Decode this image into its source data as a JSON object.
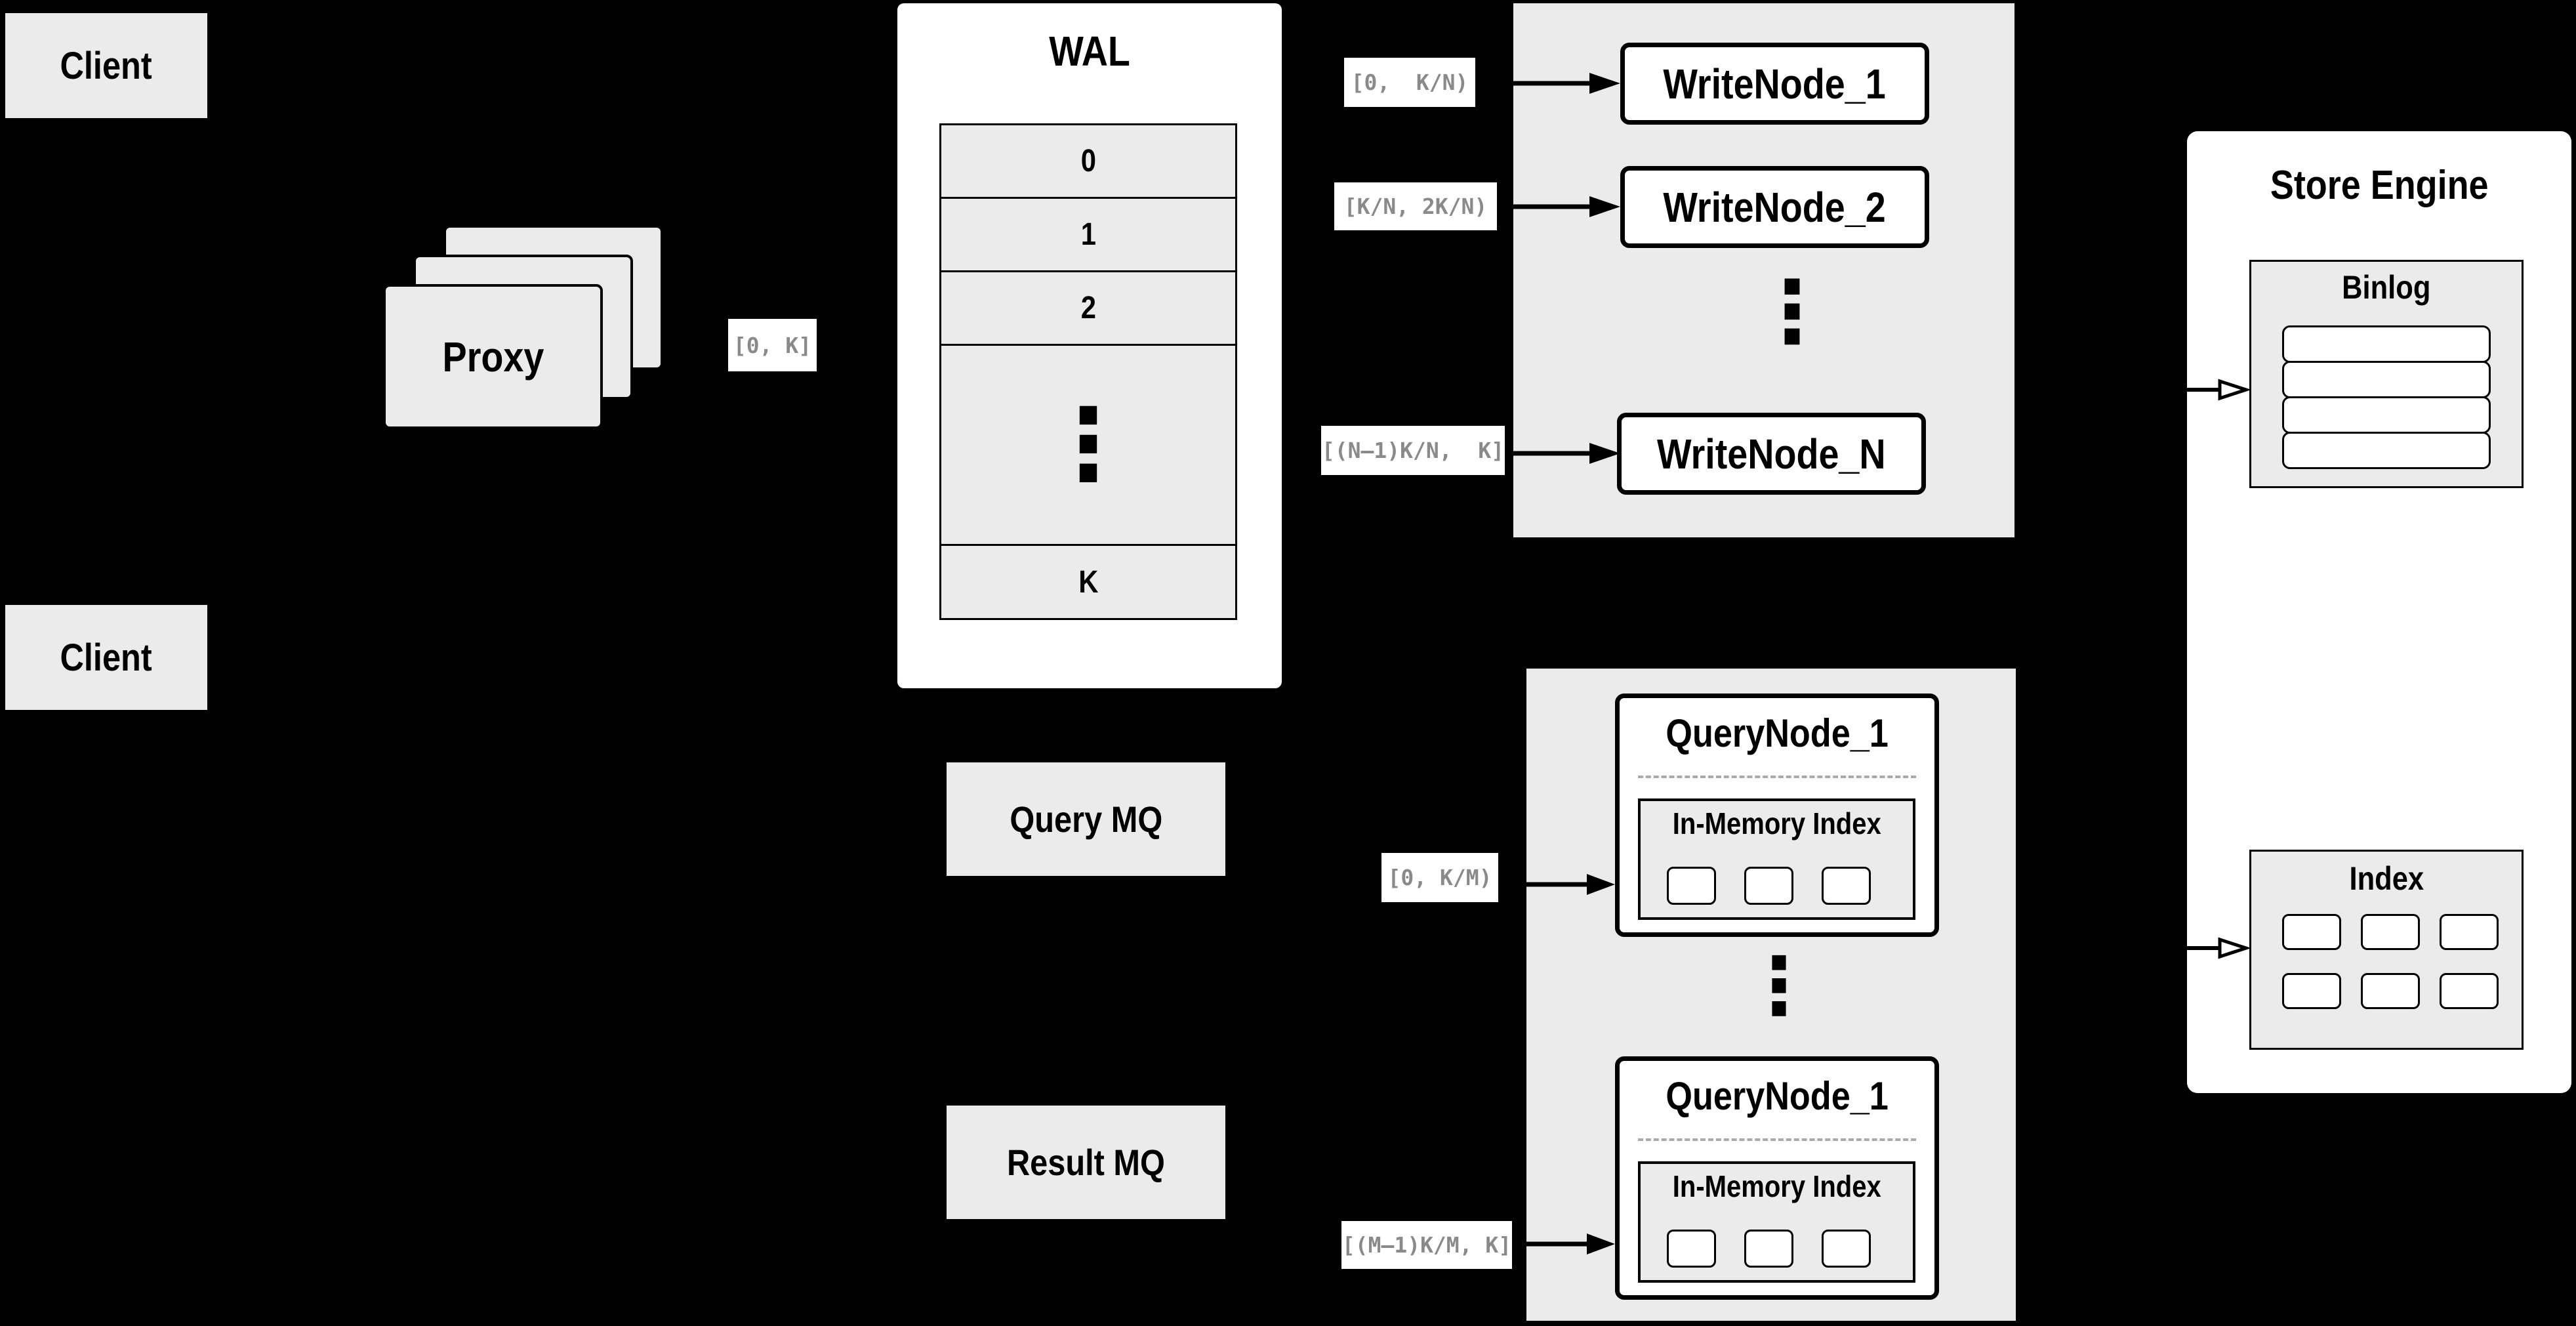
{
  "colors": {
    "background": "#000000",
    "panel_gray": "#ebebeb",
    "box_white": "#ffffff",
    "border_black": "#000000",
    "label_text_gray": "#8a8a8a",
    "dash_gray": "#aaaaaa"
  },
  "clients": {
    "top": {
      "label": "Client"
    },
    "bottom": {
      "label": "Client"
    }
  },
  "proxy": {
    "label": "Proxy",
    "range_label": "[0, K]"
  },
  "wal": {
    "title": "WAL",
    "rows": [
      "0",
      "1",
      "2"
    ],
    "ellipsis": "⋮",
    "last_row": "K"
  },
  "write_group": {
    "ranges": [
      "[0,  K/N)",
      "[K/N, 2K/N)",
      "[(N–1)K/N,  K]"
    ],
    "nodes": [
      "WriteNode_1",
      "WriteNode_2"
    ],
    "ellipsis": "⋮",
    "last_node": "WriteNode_N"
  },
  "mq": {
    "query": "Query MQ",
    "result": "Result MQ"
  },
  "query_group": {
    "ranges": [
      "[0, K/M)",
      "[(M–1)K/M, K]"
    ],
    "ellipsis": "⋮",
    "nodes": [
      {
        "title": "QueryNode_1",
        "inner_title": "In-Memory Index"
      },
      {
        "title": "QueryNode_1",
        "inner_title": "In-Memory Index"
      }
    ]
  },
  "store_engine": {
    "title": "Store Engine",
    "binlog": {
      "title": "Binlog"
    },
    "index": {
      "title": "Index"
    }
  }
}
